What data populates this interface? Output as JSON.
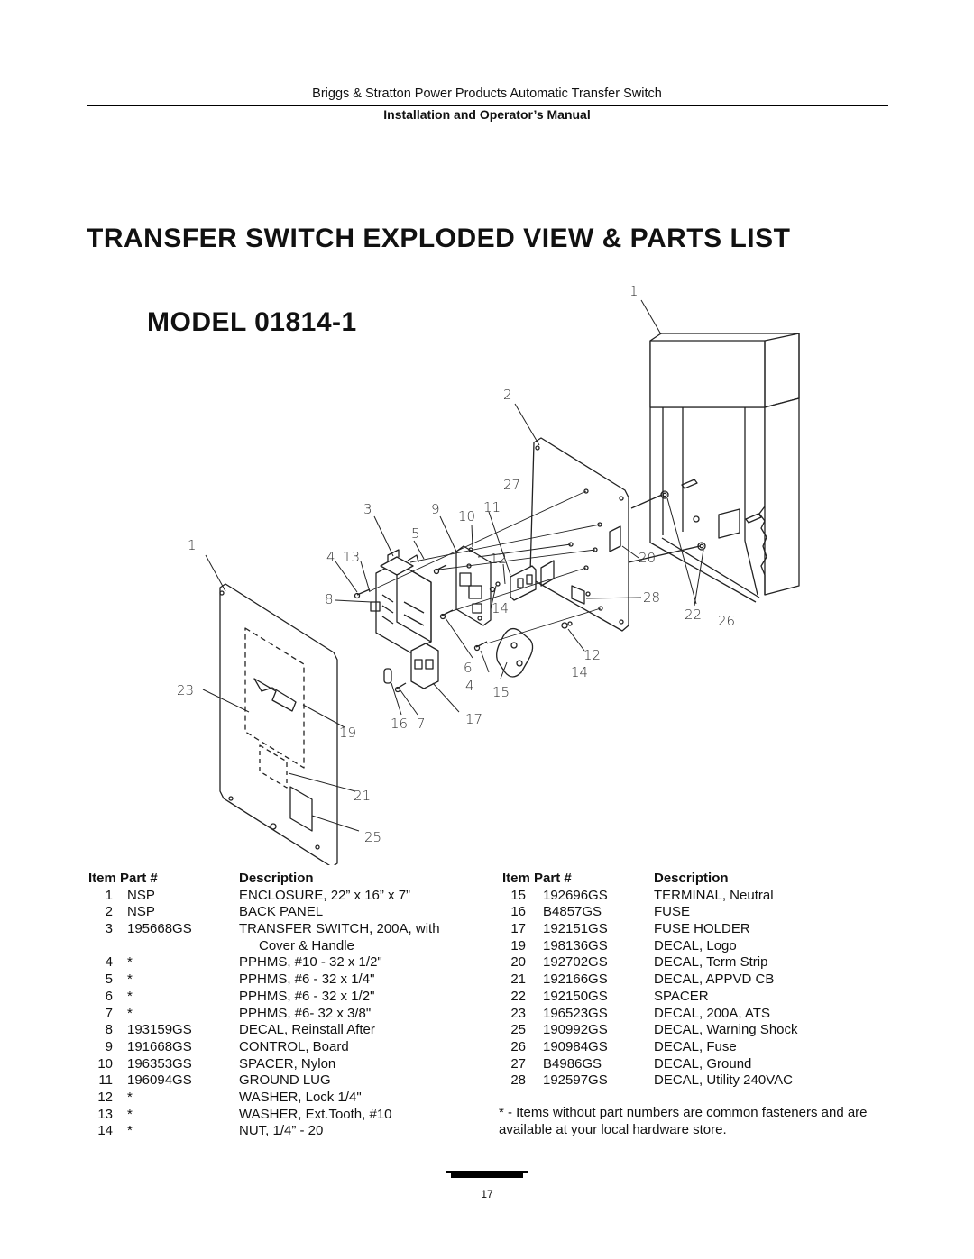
{
  "header": {
    "top_line": "Briggs & Stratton Power Products Automatic Transfer Switch",
    "subtitle": "Installation and Operator’s Manual"
  },
  "title": "TRANSFER SWITCH EXPLODED VIEW & PARTS LIST",
  "model": "MODEL 01814-1",
  "diagram": {
    "callouts": [
      "1",
      "2",
      "27",
      "3",
      "9",
      "10",
      "11",
      "5",
      "1",
      "4",
      "13",
      "12",
      "20",
      "8",
      "14",
      "28",
      "22",
      "26",
      "12",
      "6",
      "14",
      "4",
      "15",
      "23",
      "17",
      "19",
      "16",
      "7",
      "21",
      "25"
    ]
  },
  "table_headers": {
    "item_part": "Item Part #",
    "description": "Description"
  },
  "parts_left": [
    {
      "item": "1",
      "part": "NSP",
      "desc": "ENCLOSURE, 22” x 16” x 7”"
    },
    {
      "item": "2",
      "part": "NSP",
      "desc": "BACK PANEL"
    },
    {
      "item": "3",
      "part": "195668GS",
      "desc": "TRANSFER SWITCH, 200A, with"
    },
    {
      "item": "",
      "part": "",
      "desc": "Cover & Handle"
    },
    {
      "item": "4",
      "part": "*",
      "desc": "PPHMS, #10 - 32 x 1/2\""
    },
    {
      "item": "5",
      "part": "*",
      "desc": "PPHMS, #6 - 32 x 1/4\""
    },
    {
      "item": "6",
      "part": "*",
      "desc": "PPHMS, #6 - 32 x 1/2\""
    },
    {
      "item": "7",
      "part": "*",
      "desc": "PPHMS, #6- 32 x 3/8\""
    },
    {
      "item": "8",
      "part": "193159GS",
      "desc": "DECAL, Reinstall After"
    },
    {
      "item": "9",
      "part": "191668GS",
      "desc": "CONTROL, Board"
    },
    {
      "item": "10",
      "part": "196353GS",
      "desc": "SPACER, Nylon"
    },
    {
      "item": "11",
      "part": "196094GS",
      "desc": "GROUND LUG"
    },
    {
      "item": "12",
      "part": "*",
      "desc": "WASHER, Lock 1/4\""
    },
    {
      "item": "13",
      "part": "*",
      "desc": "WASHER, Ext.Tooth, #10"
    },
    {
      "item": "14",
      "part": "*",
      "desc": "NUT, 1/4” - 20"
    }
  ],
  "parts_right": [
    {
      "item": "15",
      "part": "192696GS",
      "desc": "TERMINAL, Neutral"
    },
    {
      "item": "16",
      "part": "B4857GS",
      "desc": "FUSE"
    },
    {
      "item": "17",
      "part": "192151GS",
      "desc": "FUSE HOLDER"
    },
    {
      "item": "19",
      "part": "198136GS",
      "desc": "DECAL, Logo"
    },
    {
      "item": "20",
      "part": "192702GS",
      "desc": "DECAL, Term Strip"
    },
    {
      "item": "21",
      "part": "192166GS",
      "desc": "DECAL, APPVD CB"
    },
    {
      "item": "22",
      "part": "192150GS",
      "desc": "SPACER"
    },
    {
      "item": "23",
      "part": "196523GS",
      "desc": "DECAL, 200A, ATS"
    },
    {
      "item": "25",
      "part": "190992GS",
      "desc": "DECAL, Warning Shock"
    },
    {
      "item": "26",
      "part": "190984GS",
      "desc": "DECAL, Fuse"
    },
    {
      "item": "27",
      "part": "B4986GS",
      "desc": "DECAL, Ground"
    },
    {
      "item": "28",
      "part": "192597GS",
      "desc": "DECAL, Utility 240VAC"
    }
  ],
  "footnote": "* - Items without part numbers are common fasteners and are available at your local hardware store.",
  "page_number": "17"
}
